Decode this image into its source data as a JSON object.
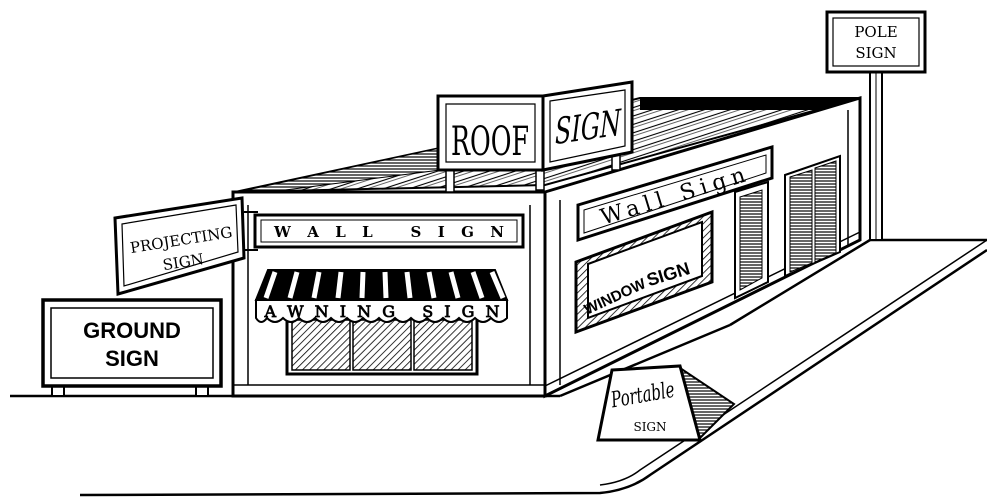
{
  "colors": {
    "ink": "#000000",
    "paper": "#ffffff",
    "shade": "#555555"
  },
  "signs": {
    "pole": {
      "line1": "POLE",
      "line2": "SIGN"
    },
    "roof": {
      "left": "ROOF",
      "right": "SIGN"
    },
    "projecting": {
      "line1": "PROJECTING",
      "line2": "SIGN"
    },
    "wall_front": "W A L L   S I G N",
    "wall_side": "Wall Sign",
    "window": {
      "word1": "WINDOW",
      "word2": "SIGN"
    },
    "awning": "A W N I N G   S I G N",
    "ground": {
      "line1": "GROUND",
      "line2": "SIGN"
    },
    "portable": {
      "line1": "Portable",
      "line2": "SIGN"
    }
  }
}
